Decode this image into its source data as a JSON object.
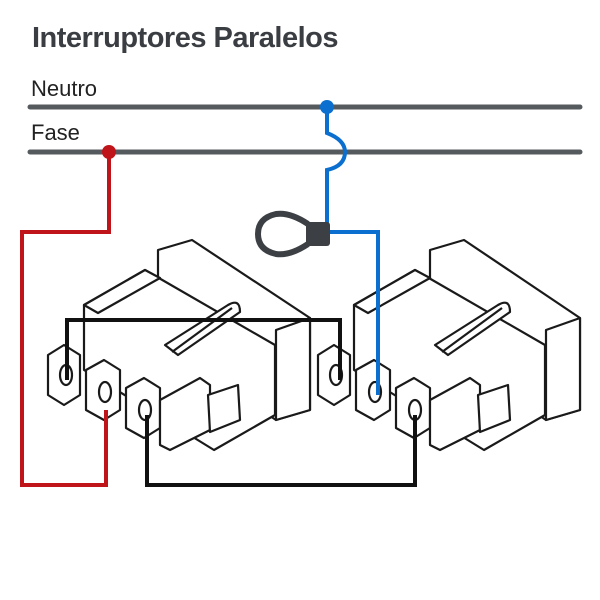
{
  "title": "Interruptores Paralelos",
  "rails": {
    "neutral": {
      "label": "Neutro",
      "color": "#555a5e"
    },
    "phase": {
      "label": "Fase",
      "color": "#555a5e"
    }
  },
  "wires": {
    "phase_wire_color": "#c0141b",
    "neutral_wire_color": "#0b6fcf",
    "traveler_wire_color": "#111111",
    "lamp_color": "#3c4045"
  },
  "components": [
    {
      "name": "switch-left",
      "type": "3-way switch"
    },
    {
      "name": "switch-right",
      "type": "3-way switch"
    },
    {
      "name": "lamp",
      "type": "lamp"
    }
  ]
}
